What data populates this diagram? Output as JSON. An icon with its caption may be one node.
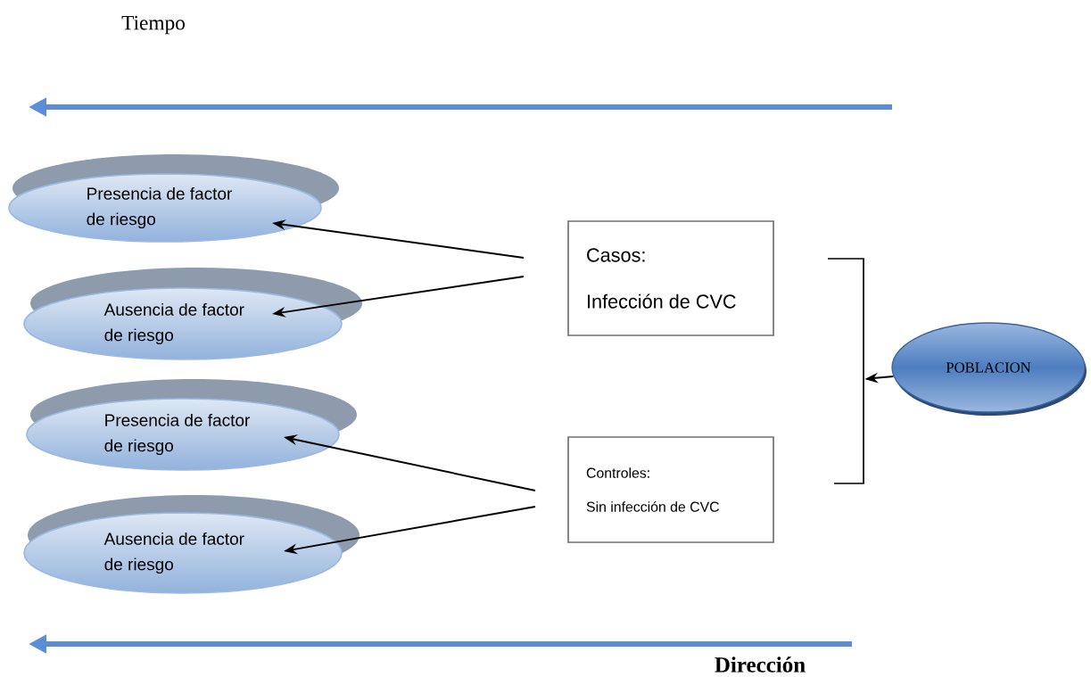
{
  "diagram": {
    "nodes": [
      {
        "text": [
          "Presencia de factor de riesgo"
        ]
      },
      {
        "text": [
          "Ausencia de factor de riesgo"
        ]
      },
      {
        "text": [
          "Presencia de factor de riesgo"
        ]
      },
      {
        "text": [
          "Ausencia de factor de riesgo"
        ]
      },
      {
        "text": [
          "Casos:",
          "Infección de CVC"
        ]
      },
      {
        "text": [
          "Controles:",
          "Sin infección de CVC"
        ]
      },
      {
        "text": [
          "POBLACION"
        ]
      },
      {
        "text": [],
        "shape": "bracket"
      }
    ],
    "edges": [
      {
        "from": 4,
        "to": 0,
        "arrow": "to"
      },
      {
        "from": 4,
        "to": 1,
        "arrow": "to"
      },
      {
        "from": 5,
        "to": 2,
        "arrow": "to"
      },
      {
        "from": 5,
        "to": 3,
        "arrow": "to"
      },
      {
        "from": 6,
        "to": 7,
        "arrow": "to"
      }
    ],
    "labels": [
      "Tiempo",
      "Dirección"
    ]
  }
}
